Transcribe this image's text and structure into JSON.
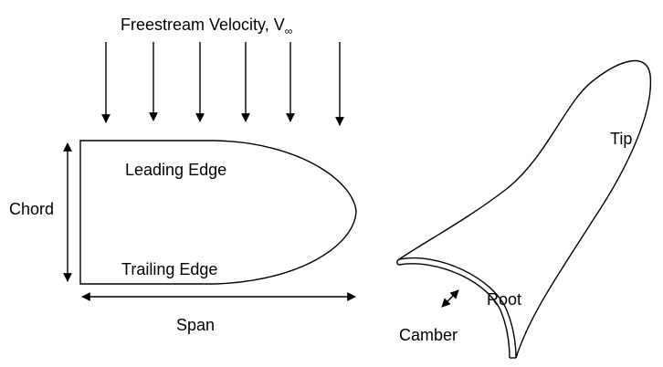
{
  "labels": {
    "freestream": "Freestream Velocity, V",
    "freestream_sub": "∞",
    "leading_edge": "Leading Edge",
    "trailing_edge": "Trailing Edge",
    "chord": "Chord",
    "span": "Span",
    "tip": "Tip",
    "root": "Root",
    "camber": "Camber"
  },
  "colors": {
    "stroke": "#000000",
    "background": "#ffffff"
  }
}
